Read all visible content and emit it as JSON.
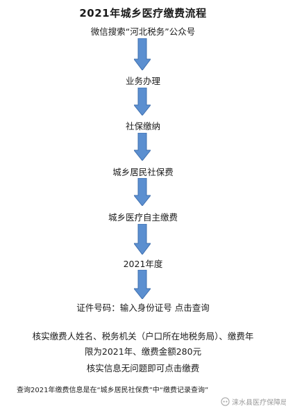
{
  "title": "2021年城乡医疗缴费流程",
  "steps": [
    "微信搜索“河北税务”公众号",
    "业务办理",
    "社保缴纳",
    "城乡居民社保费",
    "城乡医疗自主缴费",
    "2021年度",
    "证件号码：输入身份证号    点击查询"
  ],
  "verify": {
    "line1": "核实缴费人姓名、税务机关（户口所在地税务局）、缴费年",
    "line2": "限为2021年、缴费金额280元",
    "line3": "核实信息无问题即可点击缴费"
  },
  "footnote": "查询2021年缴费信息是在“城乡居民社保费”中“缴费记录查询”",
  "watermark": "涞水县医疗保障局",
  "colors": {
    "arrow_fill": "#5b8fd0",
    "arrow_stroke": "#3f6fae"
  }
}
